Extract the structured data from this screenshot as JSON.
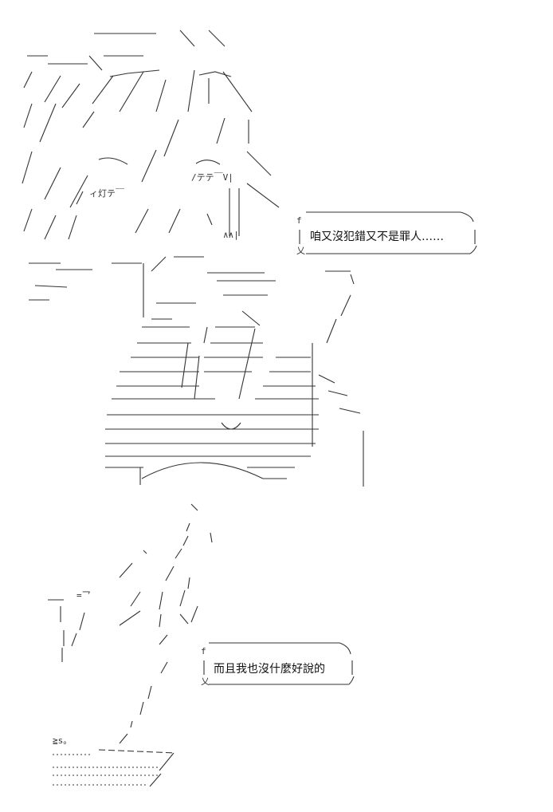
{
  "bubbles": [
    {
      "text": "咱又沒犯錯又不是罪人……"
    },
    {
      "text": "而且我也沒什麼好說的"
    }
  ],
  "art_labels": {
    "label_a": "ィ灯テ￣",
    "label_b": "/テテ￣V|",
    "label_c": "∧∧|",
    "label_d": "f",
    "label_e": "乂",
    "label_f": "≧s。",
    "label_g": "=乛"
  }
}
